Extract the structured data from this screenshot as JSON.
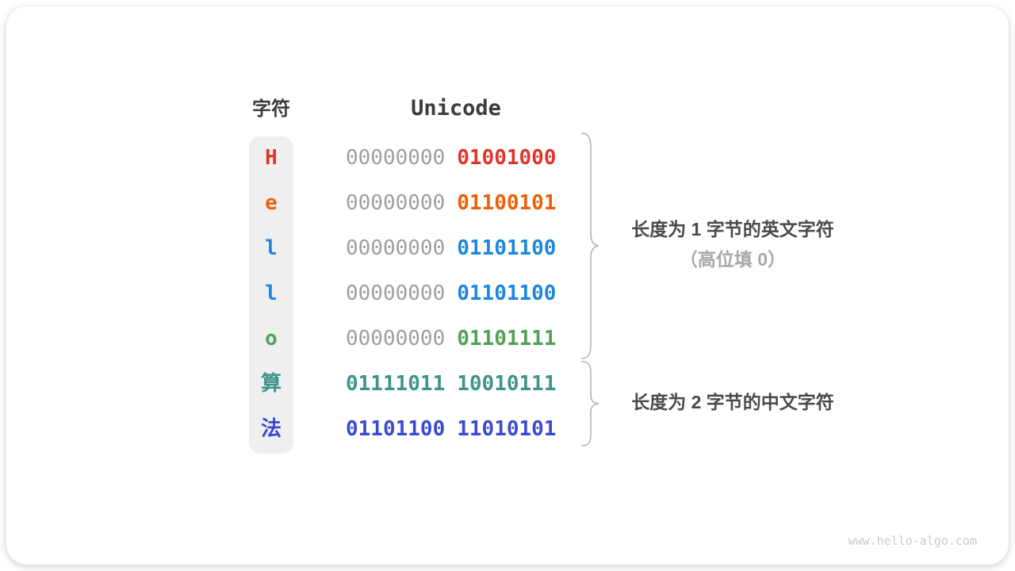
{
  "figure": {
    "title_semantic": "unicode-encoding-of-hello-and-suanfa",
    "char_header": "字符",
    "unicode_header": "Unicode",
    "rows": [
      {
        "char": "H",
        "color": "#e1352b",
        "byte1": "00000000",
        "byte1_color": "#9e9e9e",
        "byte1_bold": false,
        "byte2": "01001000",
        "byte2_color": "#e1352b"
      },
      {
        "char": "e",
        "color": "#eb610b",
        "byte1": "00000000",
        "byte1_color": "#9e9e9e",
        "byte1_bold": false,
        "byte2": "01100101",
        "byte2_color": "#eb610b"
      },
      {
        "char": "l",
        "color": "#1d87dd",
        "byte1": "00000000",
        "byte1_color": "#9e9e9e",
        "byte1_bold": false,
        "byte2": "01101100",
        "byte2_color": "#1d87dd"
      },
      {
        "char": "l",
        "color": "#1d87dd",
        "byte1": "00000000",
        "byte1_color": "#9e9e9e",
        "byte1_bold": false,
        "byte2": "01101100",
        "byte2_color": "#1d87dd"
      },
      {
        "char": "o",
        "color": "#52a254",
        "byte1": "00000000",
        "byte1_color": "#9e9e9e",
        "byte1_bold": false,
        "byte2": "01101111",
        "byte2_color": "#52a254"
      },
      {
        "char": "算",
        "color": "#3f948b",
        "byte1": "01111011",
        "byte1_color": "#3f948b",
        "byte1_bold": true,
        "byte2": "10010111",
        "byte2_color": "#3f948b"
      },
      {
        "char": "法",
        "color": "#3a4bd0",
        "byte1": "01101100",
        "byte1_color": "#3a4bd0",
        "byte1_bold": true,
        "byte2": "11010101",
        "byte2_color": "#3a4bd0"
      }
    ]
  },
  "annotations": {
    "group1": {
      "line1": "长度为 1 字节的英文字符",
      "line2": "（高位填 0）"
    },
    "group2": {
      "line1": "长度为 2 字节的中文字符"
    }
  },
  "watermark": "www.hello-algo.com",
  "colors": {
    "text_dark": "#3c3c3c",
    "binary_gray": "#9e9e9e",
    "label_secondary": "#a8a8a8",
    "brace": "#b5b5b5",
    "char_column_bg": "#efefef",
    "watermark": "#c9c9c9",
    "red": "#e1352b",
    "orange": "#eb610b",
    "blue": "#1d87dd",
    "green": "#52a254",
    "teal": "#3f948b",
    "indigo": "#3a4bd0"
  }
}
